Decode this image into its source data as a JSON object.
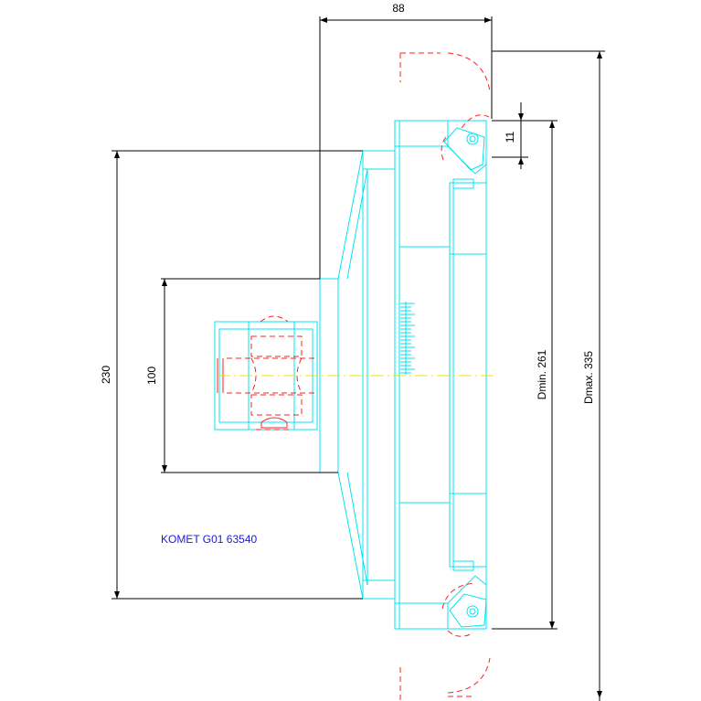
{
  "drawing": {
    "dimensions": {
      "top_width": "88",
      "overall_height": "230",
      "shank_height": "100",
      "insert_offset": "11",
      "d_min": "Dmin. 261",
      "d_max": "Dmax. 335"
    },
    "part_label": "KOMET G01 63540",
    "colors": {
      "outline": "#00e5f0",
      "hidden": "#ff2020",
      "dimension": "#000000",
      "centerline": "#f0e000",
      "label": "#1a1ae0"
    }
  }
}
